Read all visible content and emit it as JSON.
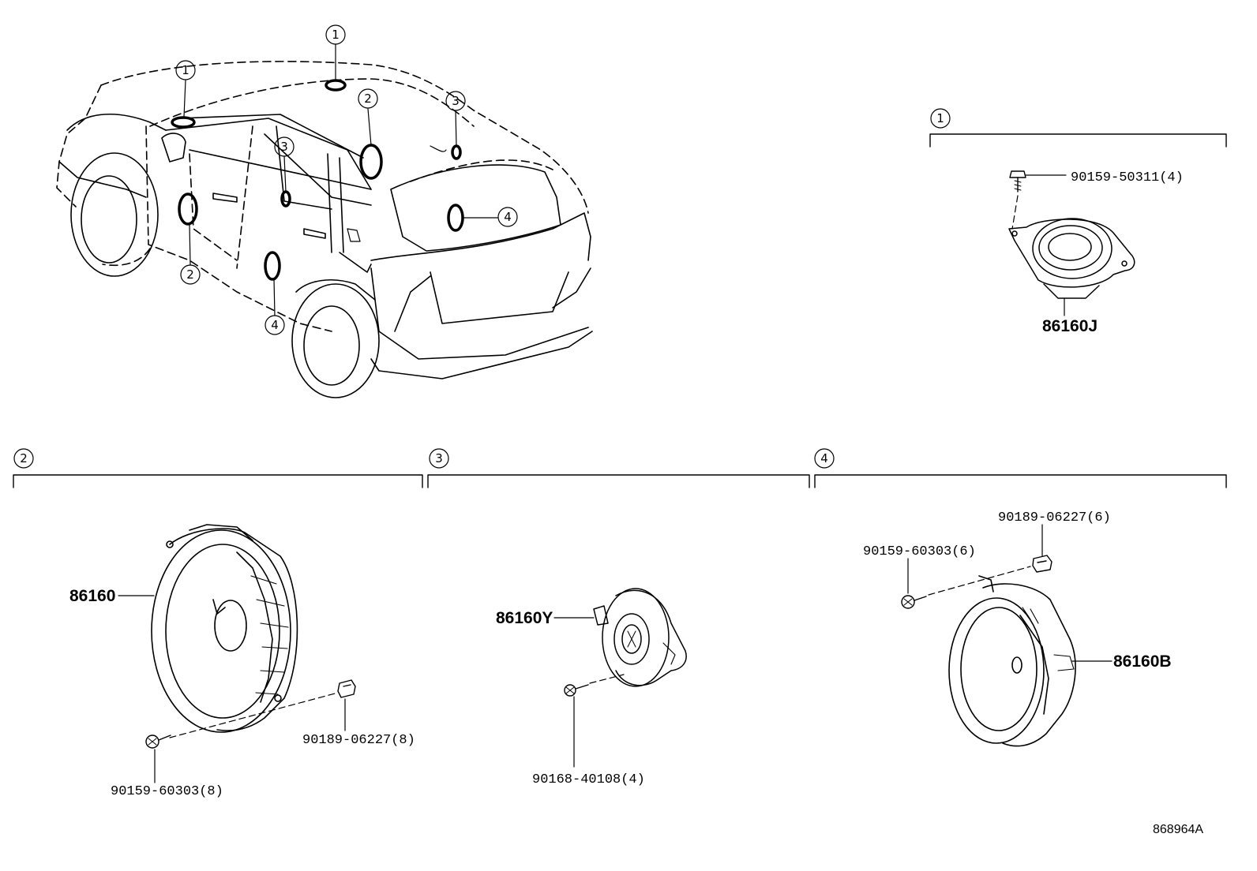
{
  "diagram": {
    "reference_code": "868964A",
    "vehicle_callouts": [
      "1",
      "1",
      "2",
      "2",
      "3",
      "3",
      "4",
      "4"
    ],
    "groups": [
      {
        "id": "1",
        "parts": [
          {
            "part_no": "90159-50311(4)"
          },
          {
            "part_no": "86160J"
          }
        ]
      },
      {
        "id": "2",
        "parts": [
          {
            "part_no": "86160"
          },
          {
            "part_no": "90189-06227(8)"
          },
          {
            "part_no": "90159-60303(8)"
          }
        ]
      },
      {
        "id": "3",
        "parts": [
          {
            "part_no": "86160Y"
          },
          {
            "part_no": "90168-40108(4)"
          }
        ]
      },
      {
        "id": "4",
        "parts": [
          {
            "part_no": "90189-06227(6)"
          },
          {
            "part_no": "90159-60303(6)"
          },
          {
            "part_no": "86160B"
          }
        ]
      }
    ]
  }
}
